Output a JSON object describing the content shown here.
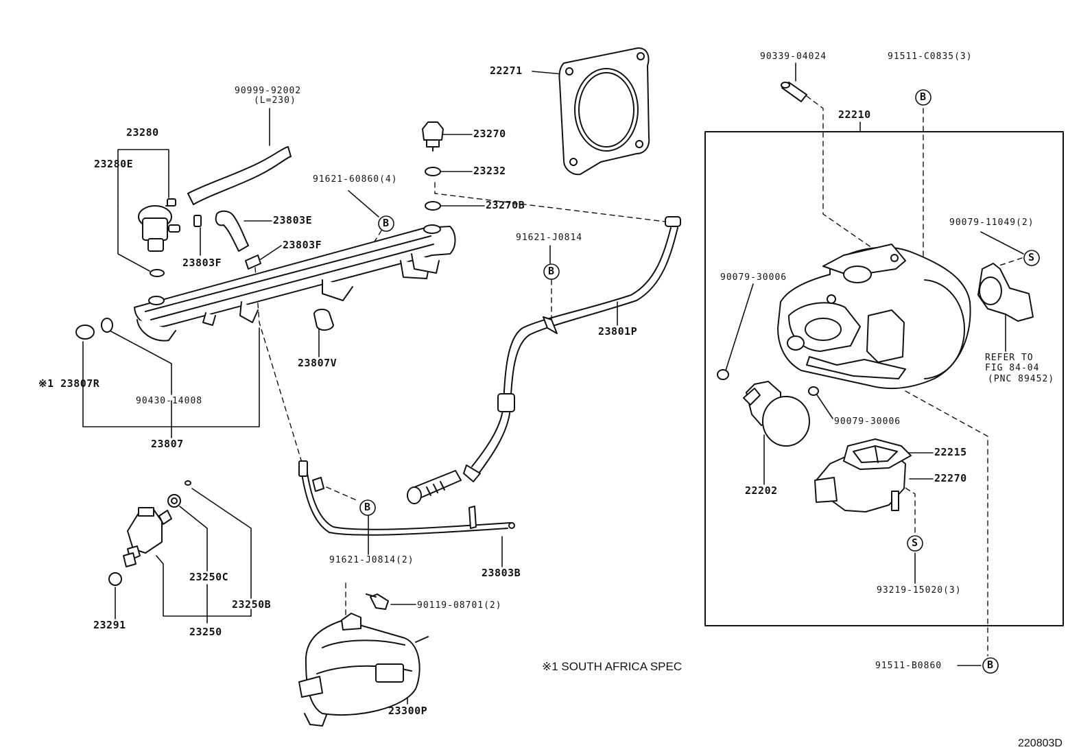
{
  "parts": {
    "p23280": "23280",
    "p23280E": "23280E",
    "p90999": "90999-92002",
    "p90999_len": "(L=230)",
    "p23803E": "23803E",
    "p23803F_a": "23803F",
    "p23803F_b": "23803F",
    "p23807R": "※1 23807R",
    "p90430": "90430-14008",
    "p23807": "23807",
    "p23807V": "23807V",
    "p23270": "23270",
    "p23232": "23232",
    "p23270B": "23270B",
    "p91621_60860": "91621-60860(4)",
    "p22271": "22271",
    "p91621_J0814": "91621-J0814",
    "p23801P": "23801P",
    "p91621_J0814_2": "91621-J0814(2)",
    "p23803B": "23803B",
    "p90119": "90119-08701(2)",
    "p23300P": "23300P",
    "p23250C": "23250C",
    "p23250B": "23250B",
    "p23250": "23250",
    "p23291": "23291",
    "p90339": "90339-04024",
    "p91511_C0835": "91511-C0835(3)",
    "p22210": "22210",
    "p90079_11049": "90079-11049(2)",
    "p90079_30006_a": "90079-30006",
    "p90079_30006_b": "90079-30006",
    "p22202": "22202",
    "p22215": "22215",
    "p22270": "22270",
    "p93219": "93219-15020(3)",
    "p91511_B0860": "91511-B0860"
  },
  "refer": {
    "line1": "REFER TO",
    "line2": "FIG 84-04",
    "line3": "(PNC 89452)"
  },
  "callouts": {
    "b": "B",
    "s": "S"
  },
  "footnote": "※1 SOUTH AFRICA SPEC",
  "figure_id": "220803D"
}
